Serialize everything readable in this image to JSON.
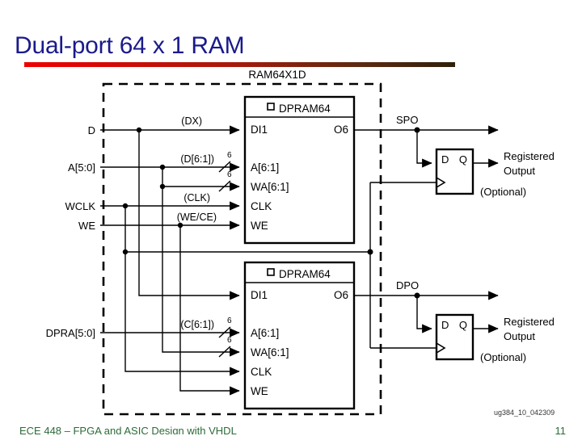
{
  "slide": {
    "title": "Dual-port 64 x 1 RAM",
    "accent_color": "#1a1a8c",
    "rule_color_start": "#ee0000",
    "rule_color_end": "#30200c"
  },
  "figure": {
    "outer_block_label": "RAM64X1D",
    "figure_id": "ug384_10_042309",
    "inputs": [
      {
        "name": "D",
        "label": "D"
      },
      {
        "name": "A",
        "label": "A[5:0]"
      },
      {
        "name": "WCLK",
        "label": "WCLK"
      },
      {
        "name": "WE",
        "label": "WE"
      },
      {
        "name": "DPRA",
        "label": "DPRA[5:0]"
      }
    ],
    "net_labels": [
      {
        "name": "dx",
        "label": "(DX)"
      },
      {
        "name": "d61",
        "label": "(D[6:1])"
      },
      {
        "name": "clk",
        "label": "(CLK)"
      },
      {
        "name": "wece",
        "label": "(WE/CE)"
      },
      {
        "name": "c61",
        "label": "(C[6:1])"
      }
    ],
    "bus_width": "6",
    "primitives": [
      {
        "name": "dpram64-top",
        "title": "DPRAM64",
        "inputs": [
          "DI1",
          "A[6:1]",
          "WA[6:1]",
          "CLK",
          "WE"
        ],
        "outputs": [
          "O6"
        ]
      },
      {
        "name": "dpram64-bottom",
        "title": "DPRAM64",
        "inputs": [
          "DI1",
          "A[6:1]",
          "WA[6:1]",
          "CLK",
          "WE"
        ],
        "outputs": [
          "O6"
        ]
      }
    ],
    "outputs": [
      {
        "name": "spo",
        "label": "SPO",
        "registered_line1": "Registered",
        "registered_line2": "Output",
        "optional": "(Optional)"
      },
      {
        "name": "dpo",
        "label": "DPO",
        "registered_line1": "Registered",
        "registered_line2": "Output",
        "optional": "(Optional)"
      }
    ],
    "flipflops": [
      {
        "name": "ff-spo",
        "d": "D",
        "q": "Q"
      },
      {
        "name": "ff-dpo",
        "d": "D",
        "q": "Q"
      }
    ]
  },
  "footer": {
    "course": "ECE 448 – FPGA and ASIC Design with VHDL",
    "page": "11"
  }
}
